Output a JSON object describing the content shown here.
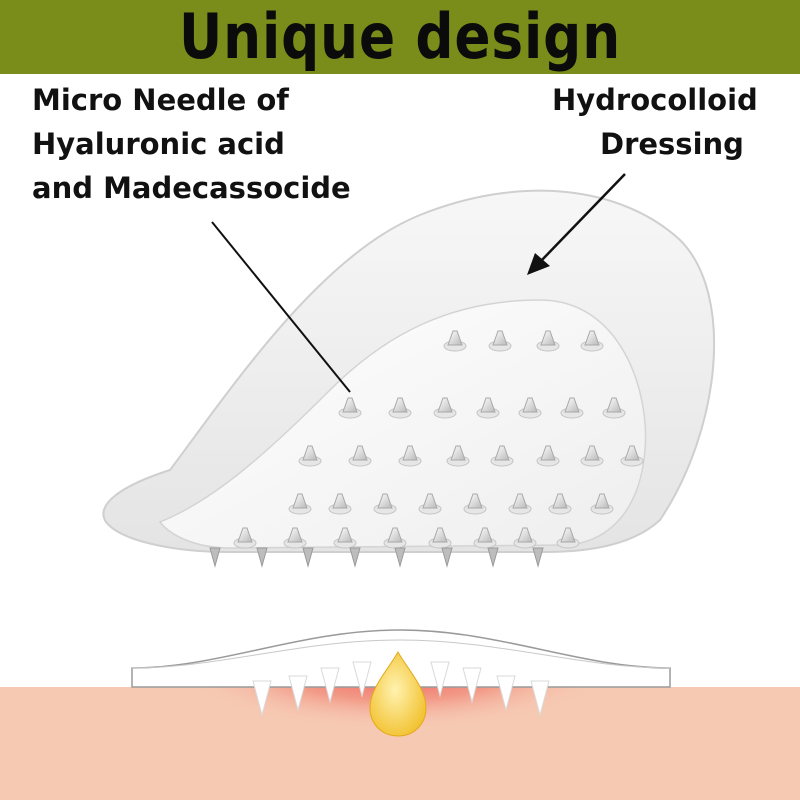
{
  "banner": {
    "title": "Unique design",
    "color": "#7a8c1a"
  },
  "labels": {
    "microneedle": [
      "Micro Needle of",
      "Hyaluronic acid",
      "and Madecassocide"
    ],
    "dressing": [
      "Hydrocolloid",
      "Dressing"
    ]
  },
  "colors": {
    "skin": "#f6c9b3",
    "inflammation": "#ee3b3b",
    "pimple": "#f7d35a"
  }
}
